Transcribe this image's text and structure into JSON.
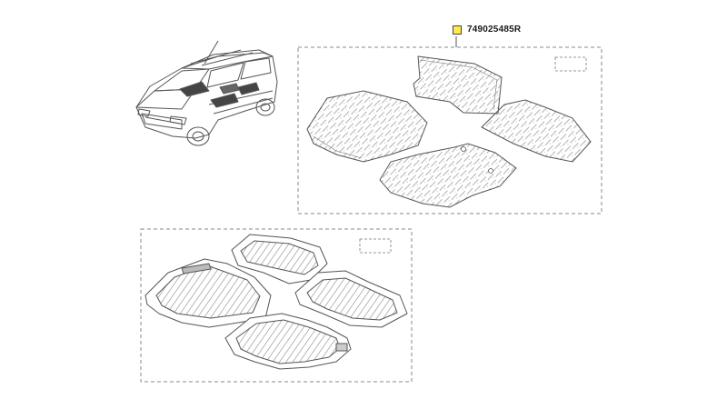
{
  "part_callout": {
    "number": "749025485R",
    "marker_color": "#ffe94d"
  },
  "colors": {
    "line": "#555555",
    "frame": "#8a8a8a",
    "pattern": "#9a9a9a"
  },
  "icons": [
    "vehicle-illustration",
    "floor-mat",
    "rubber-floor-mat"
  ]
}
